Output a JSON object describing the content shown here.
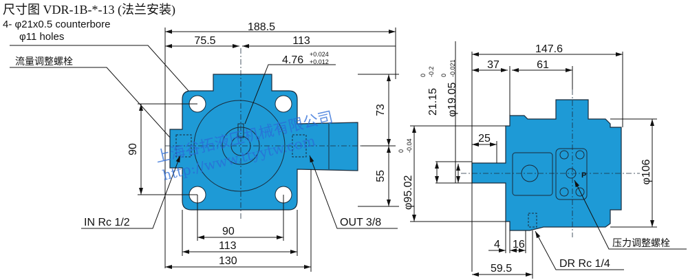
{
  "title": "尺寸图 VDR-1B-*-13 (法兰安装)",
  "front_view": {
    "hole_note_line1": "4- φ21x0.5 counterbore",
    "hole_note_line2": "φ11 holes",
    "flow_adjust_bolt": "流量调整螺栓",
    "dim_overall_width": "188.5",
    "dim_left": "75.5",
    "dim_right": "113",
    "dim_key": "4.76",
    "dim_key_upper_tol": "+0.024",
    "dim_key_lower_tol": "+0.012",
    "dim_height_upper": "73",
    "dim_height_lower": "55",
    "dim_hole_vertical": "90",
    "inlet_port": "IN Rc 1/2",
    "outlet_port": "OUT 3/8",
    "dim_hole_horizontal": "90",
    "dim_flange": "113",
    "dim_body_width": "130"
  },
  "side_view": {
    "dim_overall_length": "147.6",
    "dim_37": "37",
    "dim_61": "61",
    "dim_key_height": "21.15",
    "dim_key_height_tol_upper": "0",
    "dim_key_height_tol_lower": "-0.2",
    "dim_shaft_dia": "φ19.05",
    "dim_shaft_tol_upper": "0",
    "dim_shaft_tol_lower": "-0.021",
    "dim_25": "25",
    "dim_pilot_dia": "φ95.02",
    "dim_pilot_tol_upper": "0",
    "dim_pilot_tol_lower": "-0.04",
    "dim_body_dia": "φ106",
    "dim_4": "4",
    "dim_16": "16",
    "dim_59_5": "59.5",
    "drain_port": "DR Rc 1/4",
    "pressure_adjust_bolt": "压力调整螺栓",
    "port_letter": "P"
  },
  "watermark": {
    "company": "上海谷拓液压机械有限公司",
    "url": "http://www.ttyytw.com"
  },
  "colors": {
    "body": "#1e9ad6",
    "line": "#1a2a3a",
    "watermark": "#2a6bd8"
  }
}
